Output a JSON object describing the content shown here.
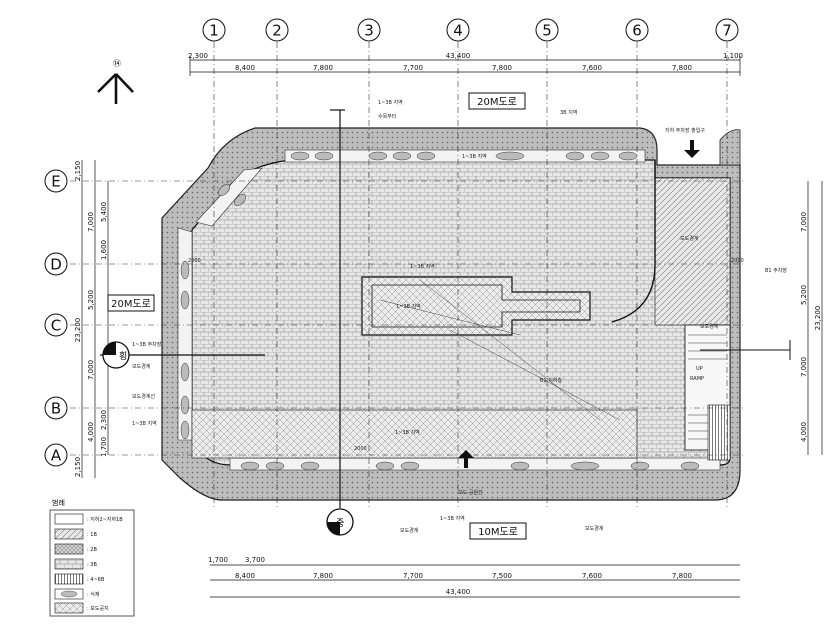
{
  "grid_columns": [
    "1",
    "2",
    "3",
    "4",
    "5",
    "6",
    "7"
  ],
  "grid_rows": [
    "E",
    "D",
    "C",
    "B",
    "A"
  ],
  "top_dims": {
    "overall": "43,400",
    "left_offset": "2,300",
    "right_offset": "1,100",
    "spans": [
      "8,400",
      "7,800",
      "7,700",
      "7,800",
      "7,600",
      "7,800"
    ]
  },
  "bottom_dims": {
    "overall": "43,400",
    "left_small_1": "1,700",
    "left_small_2": "3,700",
    "spans": [
      "8,400",
      "7,800",
      "7,700",
      "7,500",
      "7,600",
      "7,800"
    ]
  },
  "left_dims": {
    "overall": "23,200",
    "top_offset": "2,150",
    "bottom_offset": "2,150",
    "spans": [
      "7,000",
      "5,200",
      "7,000",
      "4,000"
    ],
    "sub": [
      "5,400",
      "1,600",
      "2,300",
      "1,700"
    ]
  },
  "right_dims": {
    "overall": "23,200",
    "spans": [
      "7,000",
      "5,200",
      "7,000",
      "4,000"
    ]
  },
  "roads": {
    "north": "20M도로",
    "west": "20M도로",
    "south": "10M도로"
  },
  "entrances": {
    "north_symbol": "⑭",
    "west_label": "횡",
    "south_label": "중"
  },
  "callouts": {
    "c1": "1~3B 지역",
    "c2": "수목부터",
    "c3": "지하 주차장 출입구",
    "c4": "3B 지역",
    "c5": "1~3B 지역",
    "c6": "보도경계",
    "c7": "2000",
    "c8": "1~3B 지역",
    "c9": "1~3B 지역",
    "c10": "B1 주차장",
    "c11": "RAMP",
    "c12": "1~3B 주차장",
    "c13": "보도경계",
    "c14": "1~3B 지역",
    "c15": "보도경계선",
    "c16": "2000",
    "c17": "B1 지하층",
    "c18": "UP",
    "c19": "1~3B 지역",
    "c20": "보도 공원선",
    "c21": "2000",
    "c22": "보도경계",
    "c23": "1~3B 지역",
    "c24": "보도경계",
    "c25": "보도경계"
  },
  "legend": {
    "title": "범례",
    "items": [
      ": 지하2~지하1B",
      ": 1B",
      ": 2B",
      ": 3B",
      ": 4~6B",
      ": 식재",
      ": 보도공지"
    ]
  }
}
